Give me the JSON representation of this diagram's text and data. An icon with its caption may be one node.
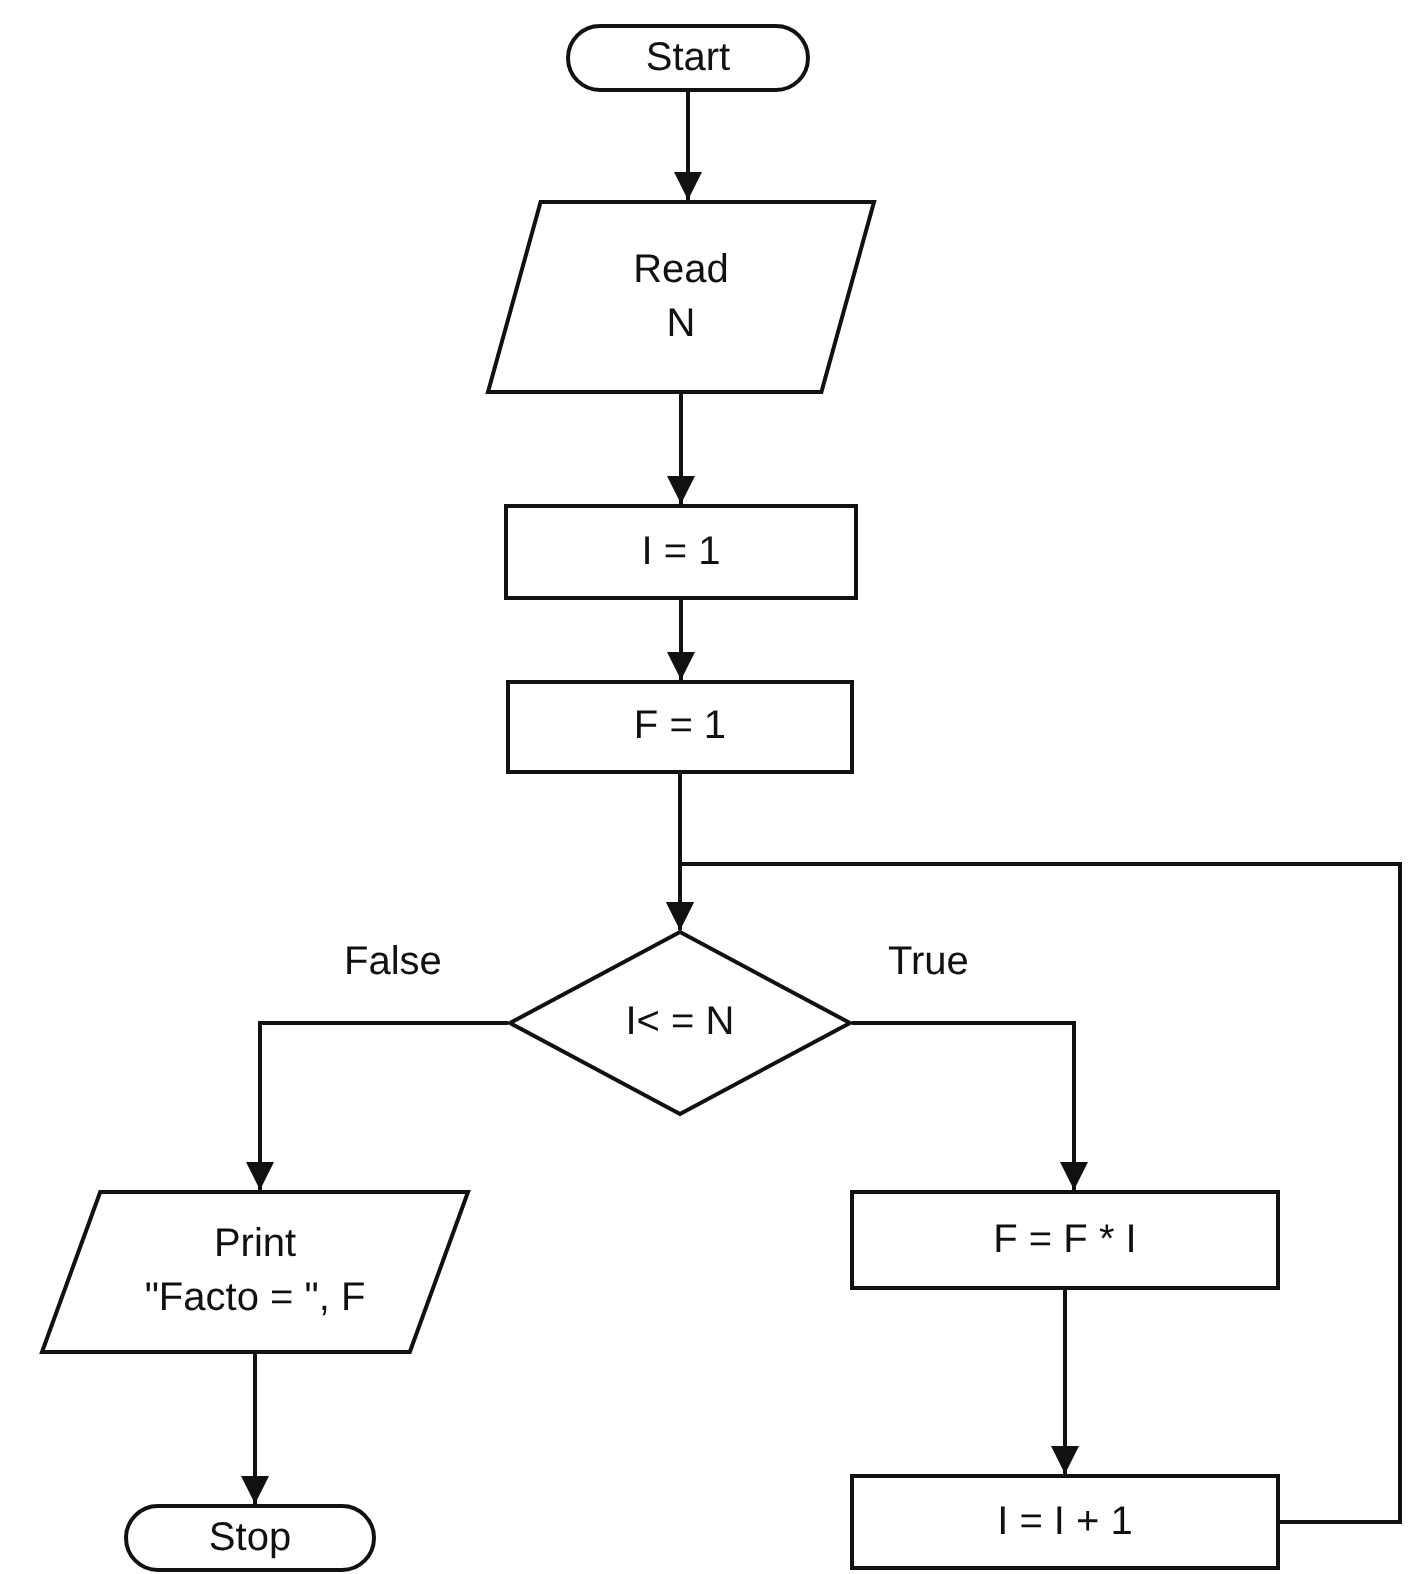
{
  "diagram": {
    "nodes": [
      {
        "text": [
          "Start"
        ]
      },
      {
        "text": [
          "Read",
          "N"
        ]
      },
      {
        "text": [
          "I = 1"
        ]
      },
      {
        "text": [
          "F = 1"
        ]
      },
      {
        "text": [
          "I< = N"
        ]
      },
      {
        "text": [
          "Print",
          "\"Facto = \", F"
        ]
      },
      {
        "text": [
          "Stop"
        ]
      },
      {
        "text": [
          "F = F * I"
        ]
      },
      {
        "text": [
          "I = I + 1"
        ]
      }
    ],
    "edges": [
      {
        "from": 0,
        "to": 1,
        "arrow": "to"
      },
      {
        "from": 1,
        "to": 2,
        "arrow": "to"
      },
      {
        "from": 2,
        "to": 3,
        "arrow": "to"
      },
      {
        "from": 3,
        "to": 4,
        "arrow": "to"
      },
      {
        "from": 4,
        "to": 5,
        "arrow": "to",
        "label": "False"
      },
      {
        "from": 4,
        "to": 7,
        "arrow": "to",
        "label": "True"
      },
      {
        "from": 5,
        "to": 6,
        "arrow": "to"
      },
      {
        "from": 7,
        "to": 8,
        "arrow": "to"
      },
      {
        "from": 8,
        "to": 4,
        "arrow": "to"
      }
    ]
  }
}
